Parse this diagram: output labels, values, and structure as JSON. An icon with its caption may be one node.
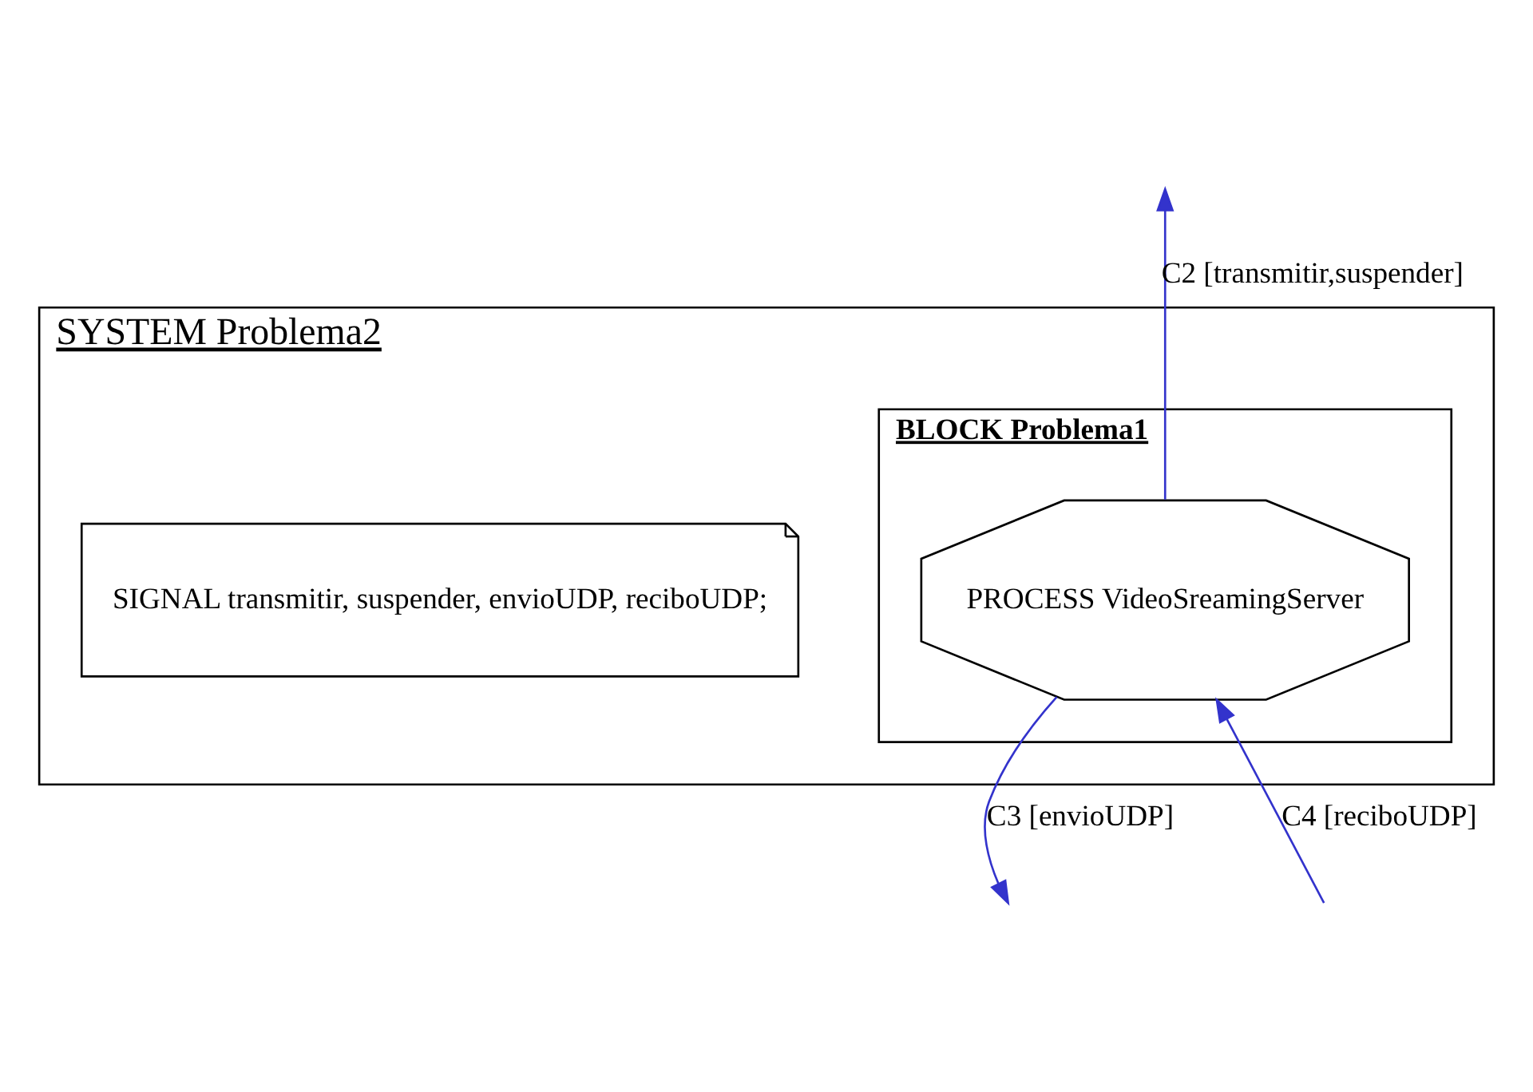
{
  "diagram": {
    "nodes": [
      {
        "text": [
          "SYSTEM Problema2"
        ]
      },
      {
        "text": [
          "SIGNAL transmitir, suspender, envioUDP, reciboUDP;"
        ],
        "in": 0
      },
      {
        "text": [
          "BLOCK Problema1"
        ],
        "in": 0
      },
      {
        "text": [
          "PROCESS VideoSreamingServer"
        ],
        "in": 2
      }
    ],
    "edges": [
      {
        "from": 3,
        "to": null,
        "arrow": "to",
        "label": "C2 [transmitir,suspender]"
      },
      {
        "from": 3,
        "to": null,
        "arrow": "to",
        "label": "C3 [envioUDP]"
      },
      {
        "from": null,
        "to": 3,
        "arrow": "to",
        "label": "C4 [reciboUDP]"
      }
    ]
  }
}
